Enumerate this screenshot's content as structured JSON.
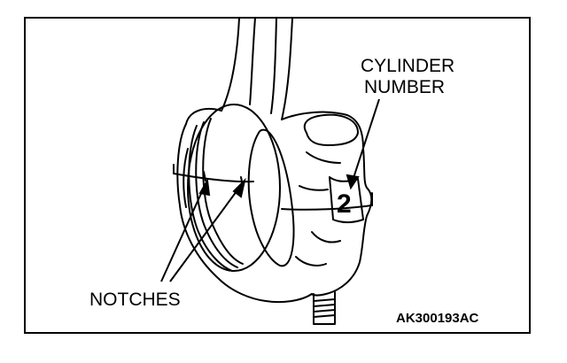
{
  "labels": {
    "cylinder_line1": "CYLINDER",
    "cylinder_line2": "NUMBER",
    "notches": "NOTCHES",
    "figure_code": "AK300193AC",
    "cylinder_digit": "2"
  },
  "colors": {
    "ink": "#000000",
    "paper": "#ffffff"
  }
}
